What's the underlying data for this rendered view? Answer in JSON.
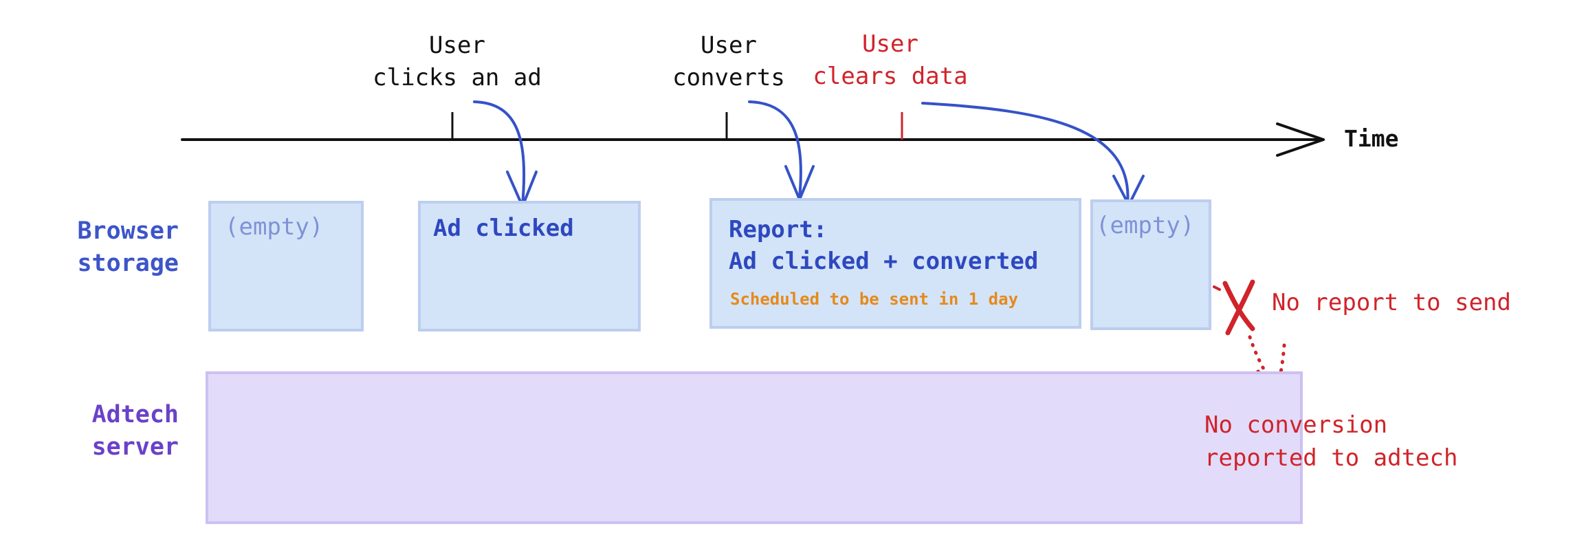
{
  "timeline": {
    "axis_label": "Time",
    "events": [
      {
        "id": "click",
        "lines": [
          "User",
          "clicks an ad"
        ],
        "color": "#111111"
      },
      {
        "id": "convert",
        "lines": [
          "User",
          "converts"
        ],
        "color": "#111111"
      },
      {
        "id": "clear",
        "lines": [
          "User",
          "clears data"
        ],
        "color": "#d0232a"
      }
    ]
  },
  "rows": {
    "browser_storage": {
      "lines": [
        "Browser",
        "storage"
      ]
    },
    "adtech_server": {
      "lines": [
        "Adtech",
        "server"
      ]
    }
  },
  "storage_boxes": {
    "empty_before": "(empty)",
    "ad_clicked": "Ad clicked",
    "report_title": "Report:",
    "report_body": "Ad clicked + converted",
    "report_schedule": "Scheduled to be sent in 1 day",
    "empty_after": "(empty)"
  },
  "annotations": {
    "no_report": "No report to send",
    "no_conversion": [
      "No conversion",
      "reported to adtech"
    ]
  },
  "colors": {
    "axis": "#111111",
    "arrow_blue": "#3552c8",
    "alert_red": "#d0232a",
    "storage_fill": "#d3e4f8",
    "server_fill": "#e2dbfa",
    "schedule_orange": "#e58a1c"
  }
}
